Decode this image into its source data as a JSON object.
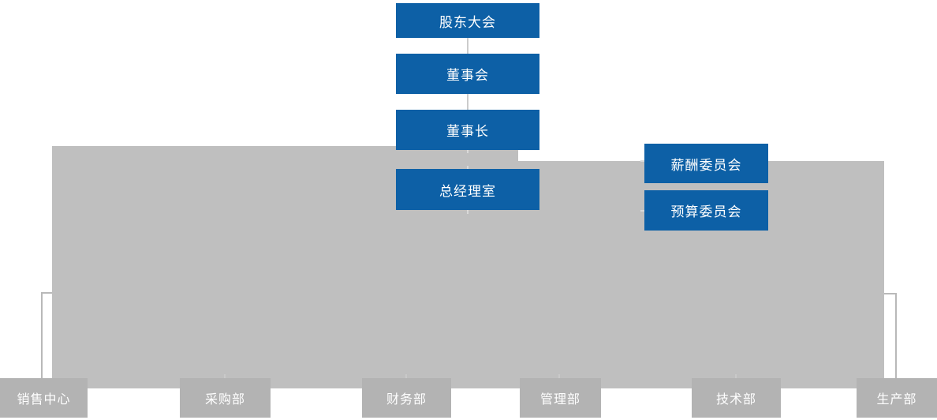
{
  "org": {
    "chain": [
      {
        "id": "shareholders-meeting",
        "label": "股东大会"
      },
      {
        "id": "board-of-directors",
        "label": "董事会"
      },
      {
        "id": "chairman",
        "label": "董事长"
      },
      {
        "id": "gm-office",
        "label": "总经理室"
      }
    ],
    "committees": [
      {
        "id": "compensation-committee",
        "label": "薪酬委员会"
      },
      {
        "id": "budget-committee",
        "label": "预算委员会"
      }
    ],
    "departments": [
      {
        "id": "sales-center",
        "label": "销售中心"
      },
      {
        "id": "procurement",
        "label": "采购部"
      },
      {
        "id": "finance",
        "label": "财务部"
      },
      {
        "id": "management",
        "label": "管理部"
      },
      {
        "id": "technology",
        "label": "技术部"
      },
      {
        "id": "production",
        "label": "生产部"
      }
    ],
    "edges": [
      "股东大会-董事会",
      "董事会-董事长",
      "董事长-总经理室",
      "董事长-薪酬委员会",
      "董事长-预算委员会",
      "总经理室-销售中心",
      "总经理室-采购部",
      "总经理室-财务部",
      "总经理室-管理部",
      "总经理室-技术部",
      "总经理室-生产部"
    ]
  },
  "colors": {
    "node_blue": "#0d60a6",
    "panel_gray": "#bfbfbf",
    "dept_gray": "#b3b3b3",
    "connector_light": "#cccccc",
    "connector_mid": "#b9b9b9",
    "connector_tick": "#d9d9d9",
    "text": "#ffffff",
    "background": "#ffffff"
  }
}
